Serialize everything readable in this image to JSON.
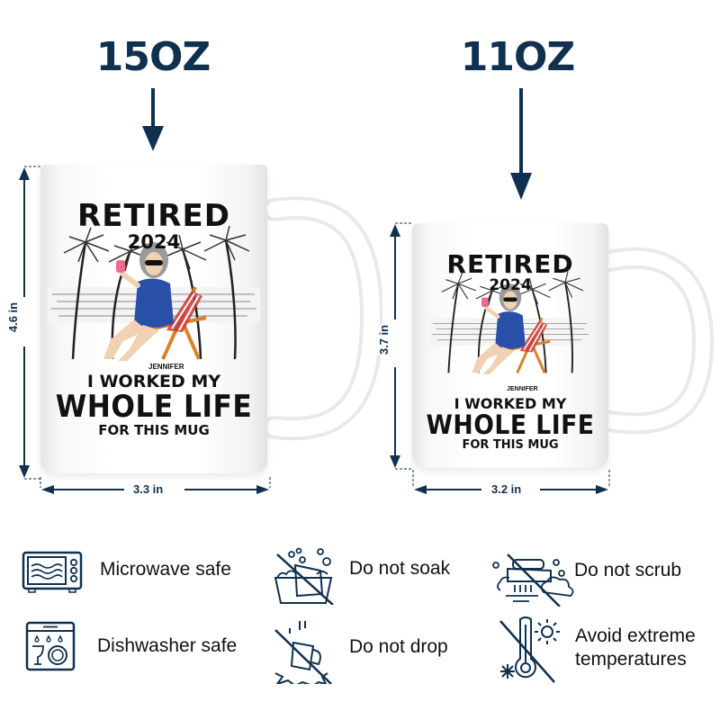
{
  "sizes": [
    {
      "label": "15OZ",
      "height": "4.6 in",
      "width": "3.3 in"
    },
    {
      "label": "11OZ",
      "height": "3.7 in",
      "width": "3.2 in"
    }
  ],
  "mug_design": {
    "title": "RETIRED",
    "year": "2024",
    "name": "JENNIFER",
    "line1": "I WORKED MY",
    "line2": "WHOLE LIFE",
    "line3": "FOR THIS MUG"
  },
  "care_instructions": [
    {
      "icon": "microwave-icon",
      "label": "Microwave safe"
    },
    {
      "icon": "no-soak-icon",
      "label": "Do not soak"
    },
    {
      "icon": "no-scrub-icon",
      "label": "Do not scrub"
    },
    {
      "icon": "dishwasher-icon",
      "label": "Dishwasher safe"
    },
    {
      "icon": "no-drop-icon",
      "label": "Do not drop"
    },
    {
      "icon": "no-extreme-temperature-icon",
      "label": "Avoid extreme temperatures"
    }
  ],
  "colors": {
    "accent": "#10304f",
    "dress": "#2a4fa8",
    "chair_frame": "#d9822b",
    "chair_stripe": "#c9393a"
  }
}
